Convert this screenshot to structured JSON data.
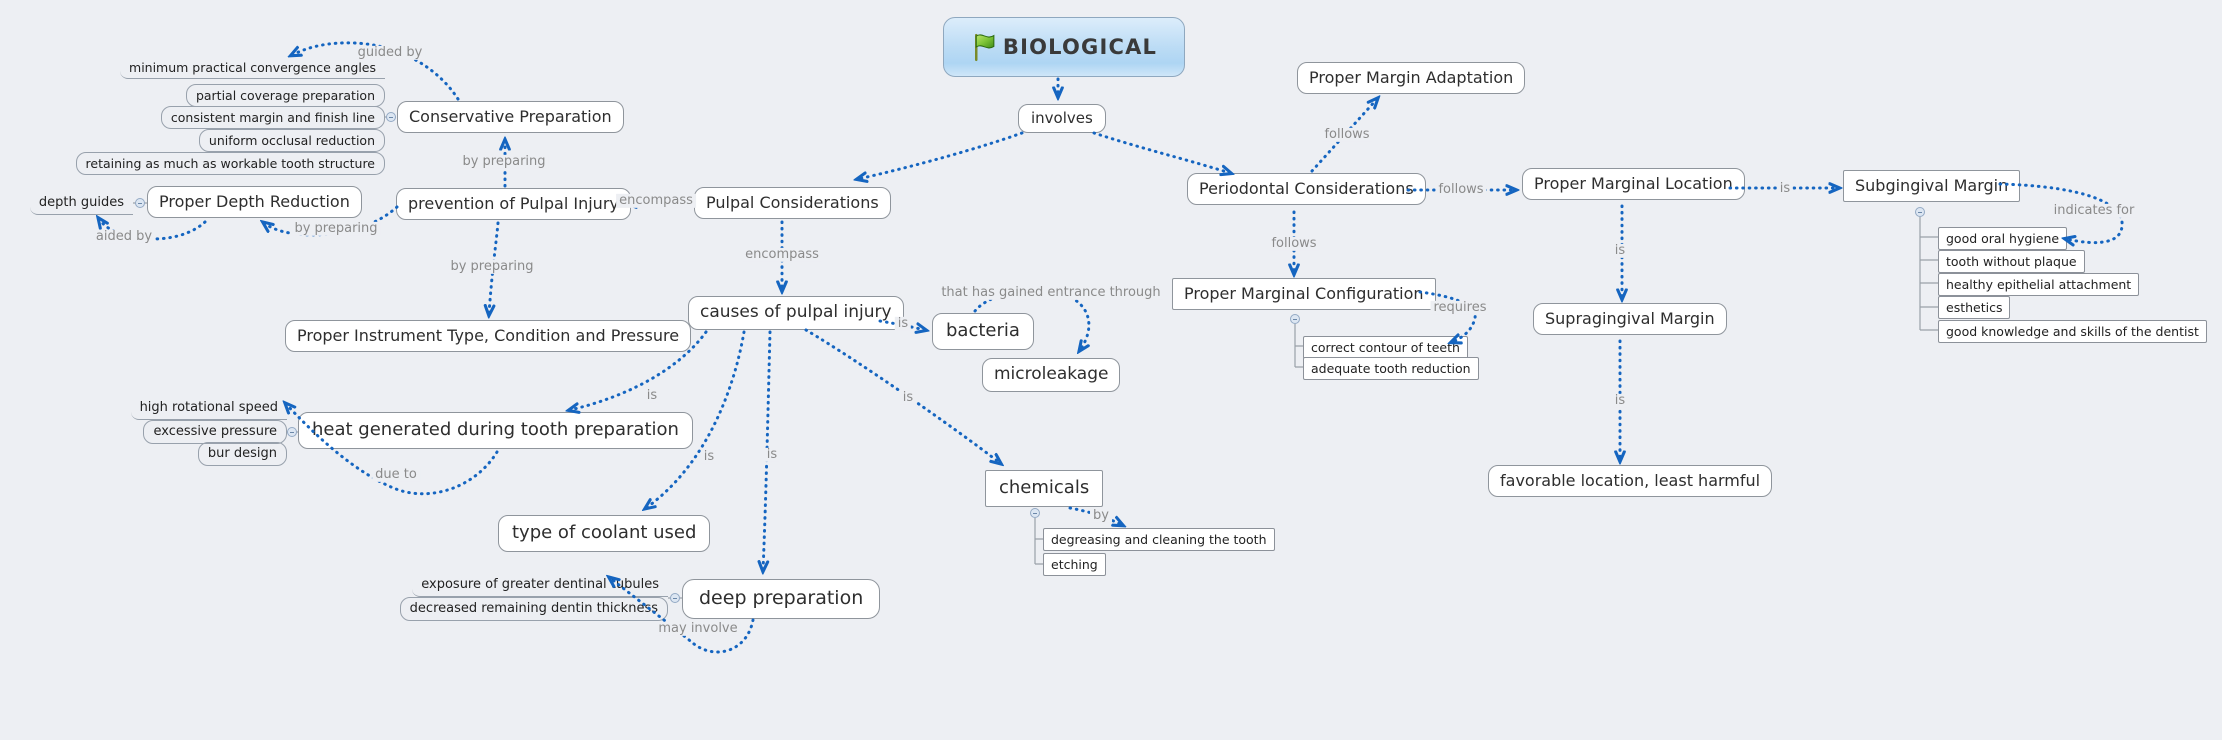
{
  "app": {
    "background_color": "#edeff3",
    "accent_blue": "#1565c0",
    "label_gray": "#8a8a8a",
    "node_border": "#8f959c"
  },
  "root": {
    "label": "BIOLOGICAL",
    "icon": "flag-icon"
  },
  "nodes": {
    "involves": "involves",
    "conservative_preparation": "Conservative Preparation",
    "proper_depth_reduction": "Proper Depth Reduction",
    "prevention_of_pulpal_injury": "prevention of Pulpal Injury",
    "pulpal_considerations": "Pulpal Considerations",
    "proper_instrument": "Proper Instrument Type, Condition and Pressure",
    "causes_of_pulpal_injury": "causes of pulpal injury",
    "bacteria": "bacteria",
    "microleakage": "microleakage",
    "heat_generated": "heat generated during tooth preparation",
    "type_of_coolant": "type of coolant used",
    "deep_preparation": "deep preparation",
    "chemicals": "chemicals",
    "proper_margin_adaptation": "Proper Margin Adaptation",
    "periodontal_considerations": "Periodontal Considerations",
    "proper_marginal_location": "Proper Marginal Location",
    "subgingival_margin": "Subgingival Margin",
    "proper_marginal_configuration": "Proper Marginal Configuration",
    "supragingival_margin": "Supragingival Margin",
    "favorable_location": "favorable location, least harmful"
  },
  "link_labels": {
    "guided_by": "guided by",
    "aided_by": "aided by",
    "by_preparing_left": "by preparing",
    "by_preparing_up": "by preparing",
    "by_preparing_down": "by preparing",
    "encompass_h": "encompass",
    "encompass_v": "encompass",
    "is_bacteria": "is",
    "gained_entrance": "that has gained entrance through",
    "is_heat": "is",
    "is_coolant": "is",
    "is_deep": "is",
    "is_chemicals": "is",
    "due_to": "due to",
    "may_involve": "may involve",
    "by_chemicals": "by",
    "follows_up": "follows",
    "follows_right": "follows",
    "follows_down": "follows",
    "requires": "requires",
    "is_subgingival": "is",
    "is_supragingival": "is",
    "is_favorable": "is",
    "indicates_for": "indicates for"
  },
  "lists": {
    "conservative_features": [
      "minimum practical convergence angles",
      "partial coverage preparation",
      "consistent margin and finish line",
      "uniform occlusal reduction",
      "retaining as much as workable tooth structure"
    ],
    "depth_aids": [
      "depth guides"
    ],
    "heat_causes": [
      "high rotational speed",
      "excessive pressure",
      "bur design"
    ],
    "deep_preparation_effects": [
      "exposure of greater dentinal tubules",
      "decreased remaining dentin thickness"
    ],
    "chemical_actions": [
      "degreasing and cleaning the tooth",
      "etching"
    ],
    "configuration_requirements": [
      "correct contour of teeth",
      "adequate tooth reduction"
    ],
    "subgingival_indications": [
      "good oral hygiene",
      "tooth without plaque",
      "healthy epithelial attachment",
      "esthetics",
      "good knowledge and skills of the dentist"
    ]
  }
}
